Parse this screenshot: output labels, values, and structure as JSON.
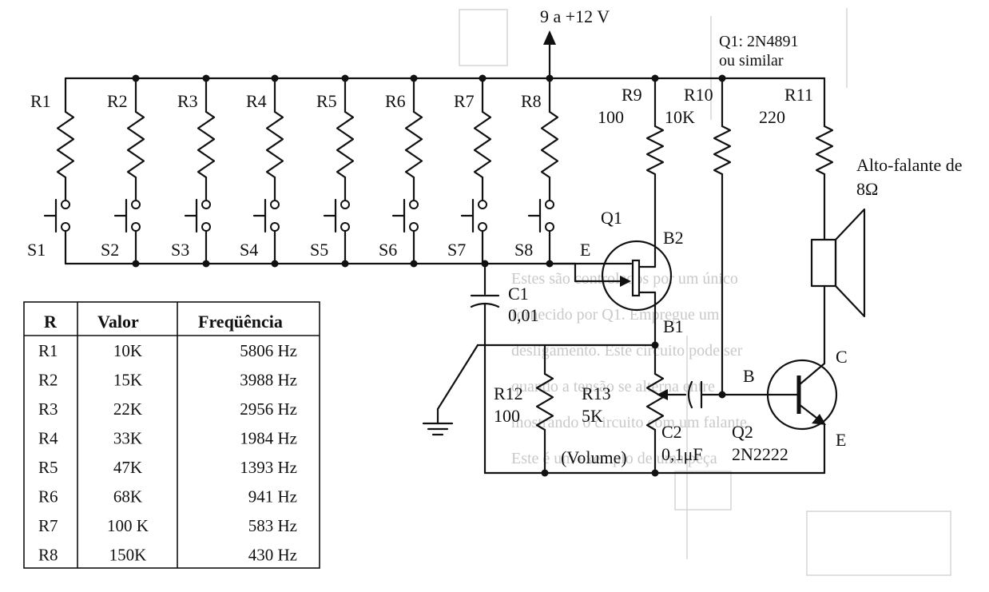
{
  "supply": {
    "label": "9 a  +12 V"
  },
  "q1_spec": {
    "line1": "Q1: 2N4891",
    "line2": "ou similar"
  },
  "resistor_labels": [
    "R1",
    "R2",
    "R3",
    "R4",
    "R5",
    "R6",
    "R7",
    "R8"
  ],
  "switch_labels": [
    "S1",
    "S2",
    "S3",
    "S4",
    "S5",
    "S6",
    "S7",
    "S8"
  ],
  "r9": {
    "name": "R9",
    "value": "100"
  },
  "r10": {
    "name": "R10",
    "value": "10K"
  },
  "r11": {
    "name": "R11",
    "value": "220"
  },
  "speaker": {
    "line1": "Alto-falante de",
    "line2": "8Ω"
  },
  "q1": {
    "name": "Q1",
    "emitter": "E",
    "base2": "B2",
    "base1": "B1"
  },
  "c1": {
    "name": "C1",
    "value": "0,01"
  },
  "r12": {
    "name": "R12",
    "value": "100"
  },
  "r13": {
    "name": "R13",
    "value": "5K",
    "note": "(Volume)"
  },
  "c2": {
    "name": "C2",
    "value": "0,1μF"
  },
  "q2": {
    "name": "Q2",
    "part": "2N2222",
    "base": "B",
    "collector": "C",
    "emitter": "E"
  },
  "table": {
    "headers": [
      "R",
      "Valor",
      "Freqüência"
    ],
    "rows": [
      [
        "R1",
        "10K",
        "5806 Hz"
      ],
      [
        "R2",
        "15K",
        "3988 Hz"
      ],
      [
        "R3",
        "22K",
        "2956 Hz"
      ],
      [
        "R4",
        "33K",
        "1984 Hz"
      ],
      [
        "R5",
        "47K",
        "1393 Hz"
      ],
      [
        "R6",
        "68K",
        "941 Hz"
      ],
      [
        "R7",
        "100 K",
        "583 Hz"
      ],
      [
        "R8",
        "150K",
        "430 Hz"
      ]
    ]
  },
  "bleed_through": {
    "line1": "Estes são controlados por um único",
    "line2": "fornecido por Q1. Empregue um",
    "line3": "desligamento. Este circuito pode ser",
    "line4": "quando a tensão se alterna entre",
    "line5": "mostrando o circuito com um falante",
    "line6": "Este é um exemplo de uma peça"
  }
}
